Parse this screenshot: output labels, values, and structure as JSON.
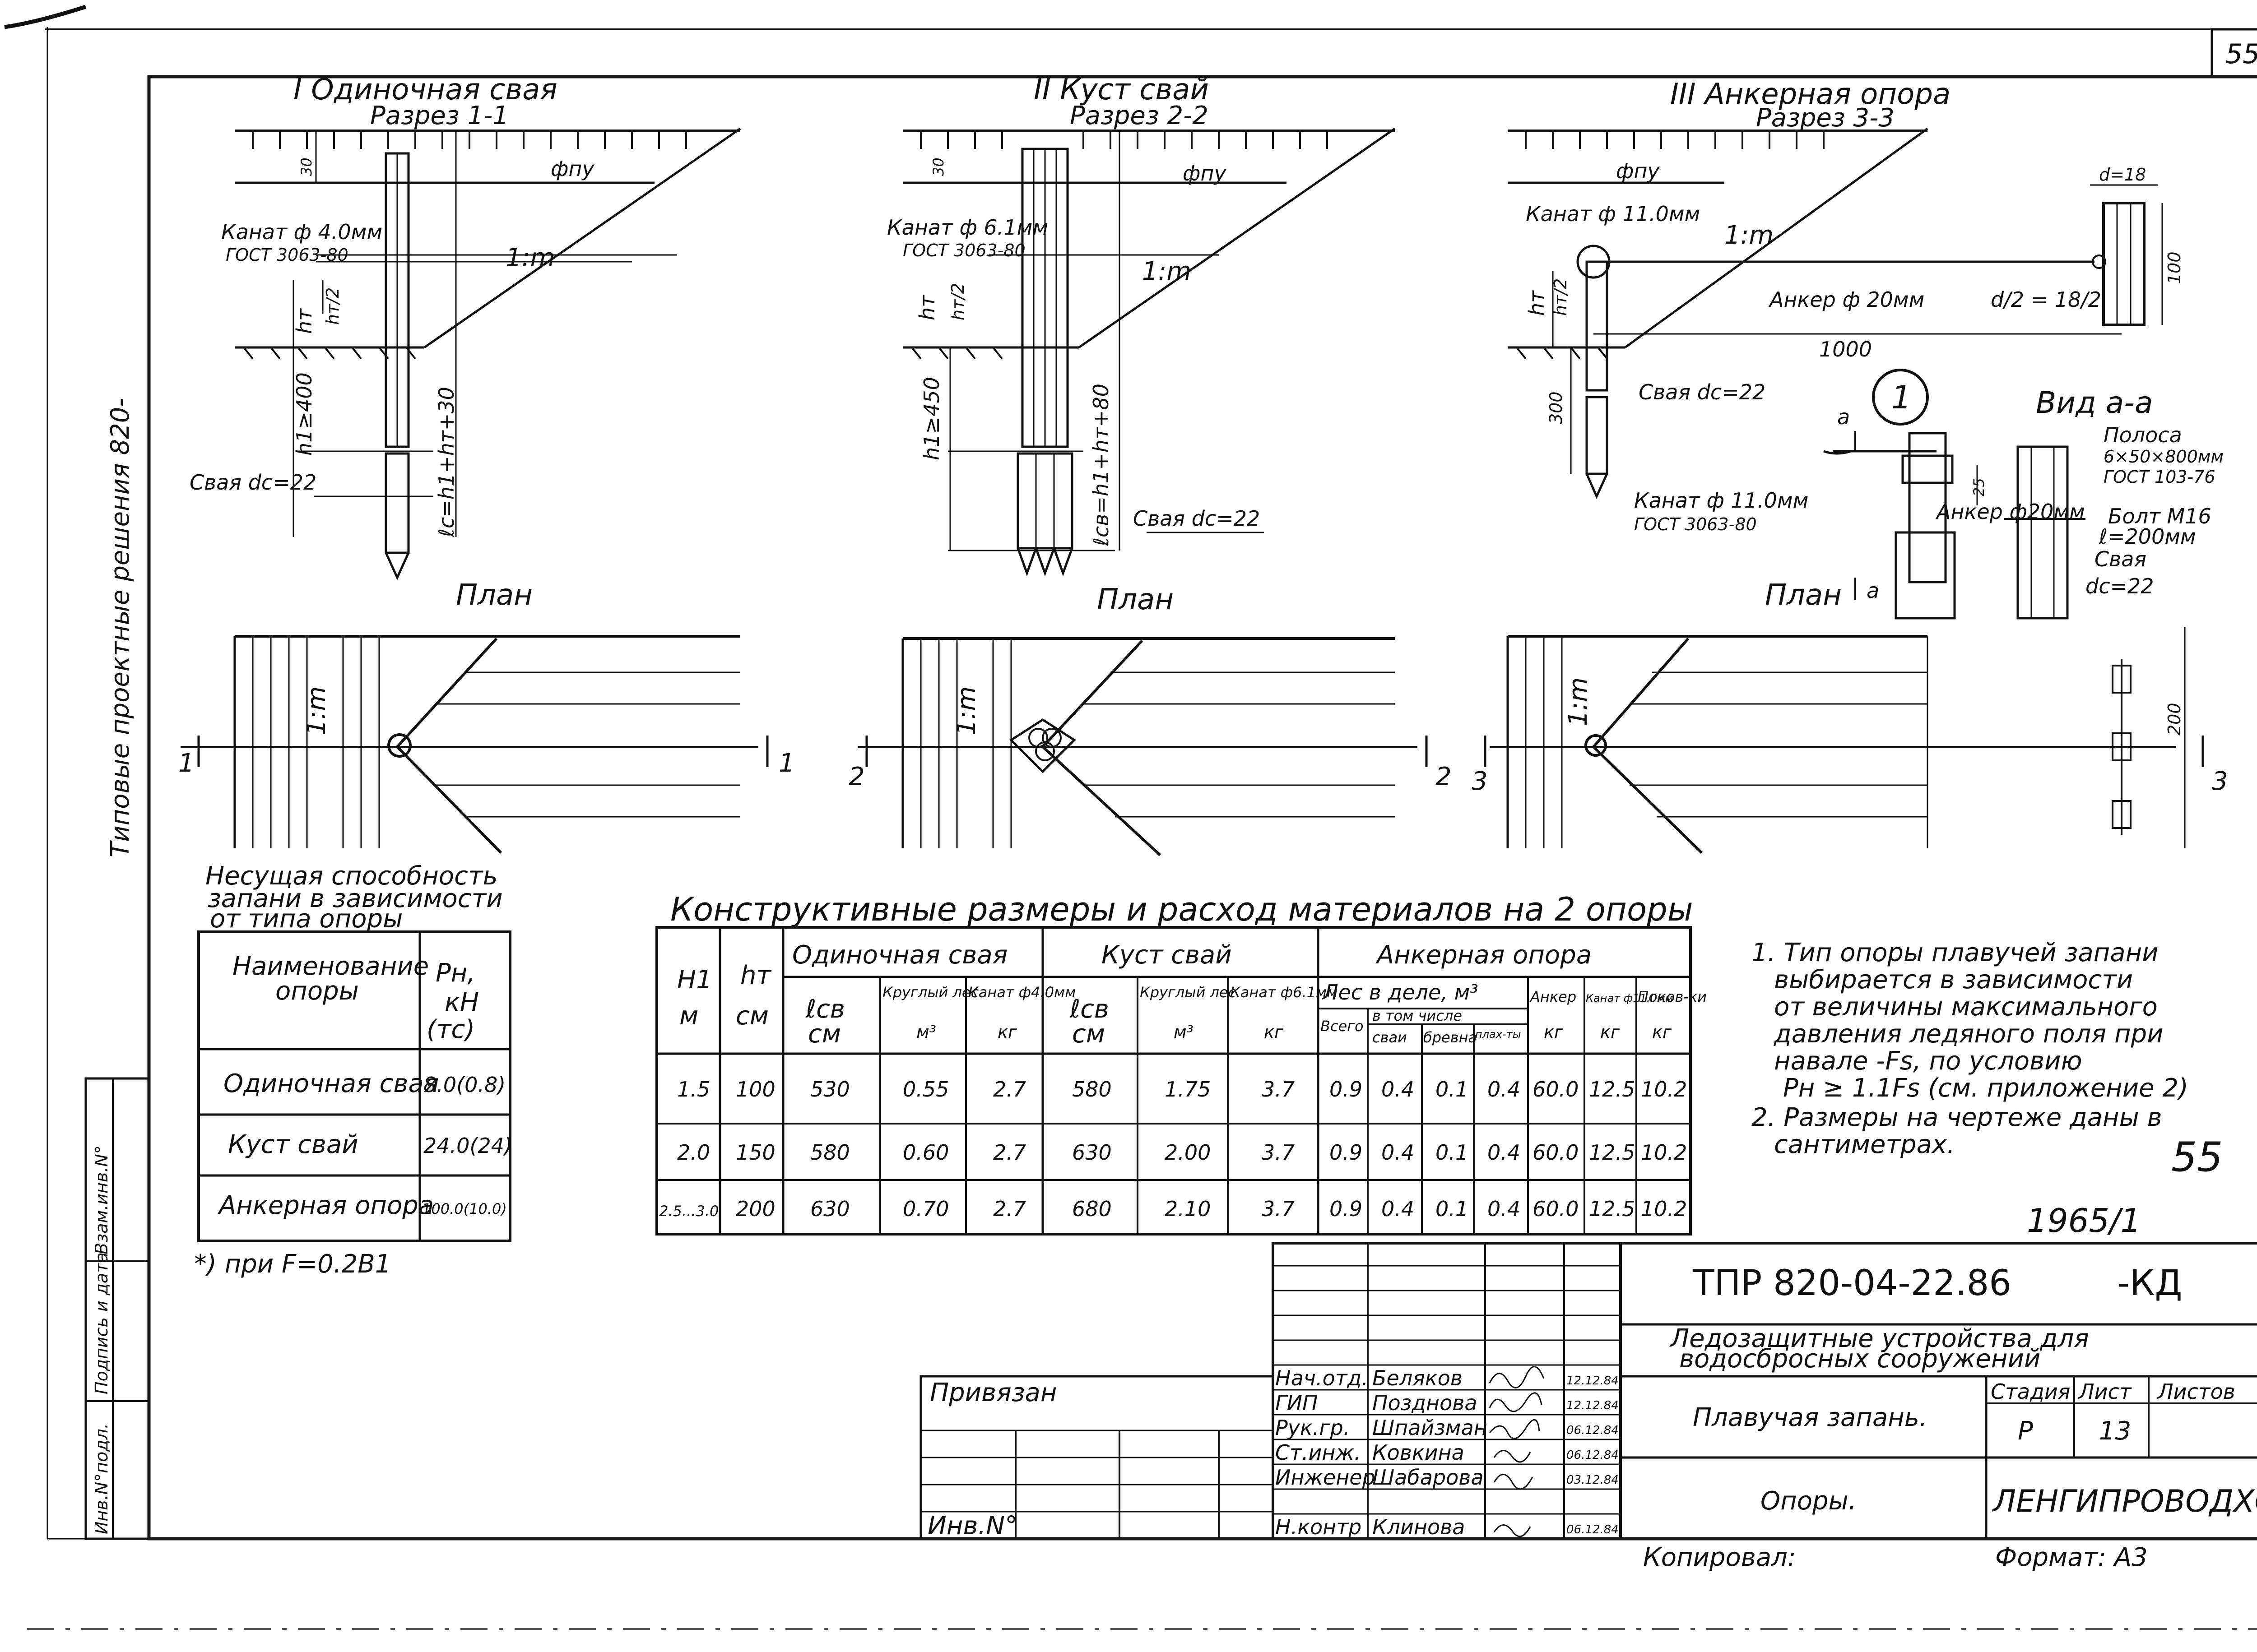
{
  "sheet": {
    "page_number_top": "55",
    "page_number_right": "55",
    "side_caption": "Типовые проектные решения 820-",
    "copy_number": "1965/1"
  },
  "sections": [
    {
      "title": "I Одиночная свая",
      "subtitle": "Разрез 1-1",
      "plan_label": "План",
      "marker": "1"
    },
    {
      "title": "II Куст свай",
      "subtitle": "Разрез 2-2",
      "plan_label": "План",
      "marker": "2"
    },
    {
      "title": "III Анкерная опора",
      "subtitle": "Разрез 3-3",
      "plan_label": "План",
      "marker": "3"
    }
  ],
  "drawing_labels": {
    "s1_rope": "Канат ф 4.0мм",
    "s1_gost": "ГОСТ 3063-80",
    "s1_pile": "Свая dс=22",
    "s1_h1": "h1≥400",
    "s1_lc": "ℓс=h1+hт+30",
    "s2_rope": "Канат ф 6.1мм",
    "s2_gost": "ГОСТ 3063-80",
    "s2_pile": "Свая dс=22",
    "s2_h1": "h1≥450",
    "s2_lc": "ℓсв=h1+hт+80",
    "s3_rope": "Канат ф 11.0мм",
    "s3_anchor": "Анкер ф 20мм",
    "s3_pile": "Свая dс=22",
    "s3_len": "1000",
    "s3_d": "d=18",
    "s3_ratio": "d/2 = 18/2",
    "s3_100": "100",
    "s3_300": "300",
    "fpu": "фпу",
    "slope": "1:m",
    "dim_30": "30",
    "ht": "hт",
    "ht2": "hт/2",
    "detail_num": "1",
    "detail_rope": "Канат ф 11.0мм",
    "detail_gost": "ГОСТ 3063-80",
    "detail_anchor": "Анкер ф20мм",
    "detail_a": "а",
    "detail_25": "25",
    "view_title": "Вид а-а",
    "view_strip": "Полоса",
    "view_strip_size": "6×50×800мм",
    "view_strip_gost": "ГОСТ 103-76",
    "view_bolt": "Болт М16",
    "view_bolt_len": "ℓ=200мм",
    "view_pile": "Свая",
    "view_pile_d": "dс=22",
    "plan_200": "200"
  },
  "capacity_table": {
    "caption": "Несущая способность запани в зависимости от типа опоры",
    "head_name": "Наименование опоры",
    "head_p": "Pн, кН (тс)",
    "rows": [
      {
        "name": "Одиночная свая",
        "p": "8.0(0.8)"
      },
      {
        "name": "Куст свай",
        "p": "24.0(24)"
      },
      {
        "name": "Анкерная опора",
        "p": "100.0(10.0)"
      }
    ],
    "footnote": "*) при F=0.2B1"
  },
  "materials_table": {
    "caption": "Конструктивные размеры и расход материалов на 2 опоры",
    "h_h1": "H1",
    "h_h1_unit": "м",
    "h_ht": "hт",
    "h_ht_unit": "см",
    "g_single": "Одиночная свая",
    "g_cluster": "Куст свай",
    "g_anchor": "Анкерная опора",
    "c_lsv": "ℓсв",
    "c_lsv_unit": "см",
    "c_wood": "Круглый лес",
    "c_wood_unit": "м³",
    "c_rope40": "Канат ф4.0мм",
    "c_rope61": "Канат ф6.1мм",
    "c_kg": "кг",
    "c_forest": "Лес в деле, м³",
    "c_total": "Всего",
    "c_incl": "в том числе",
    "c_piles": "сваи",
    "c_logs": "бревна",
    "c_planks": "плах-ты",
    "c_anchor": "Анкер",
    "c_rope110": "Канат ф11.0мм",
    "c_forg": "Поков-ки",
    "rows": [
      [
        "1.5",
        "100",
        "530",
        "0.55",
        "2.7",
        "580",
        "1.75",
        "3.7",
        "0.9",
        "0.4",
        "0.1",
        "0.4",
        "60.0",
        "12.5",
        "10.2"
      ],
      [
        "2.0",
        "150",
        "580",
        "0.60",
        "2.7",
        "630",
        "2.00",
        "3.7",
        "0.9",
        "0.4",
        "0.1",
        "0.4",
        "60.0",
        "12.5",
        "10.2"
      ],
      [
        "2.5...3.0",
        "200",
        "630",
        "0.70",
        "2.7",
        "680",
        "2.10",
        "3.7",
        "0.9",
        "0.4",
        "0.1",
        "0.4",
        "60.0",
        "12.5",
        "10.2"
      ]
    ]
  },
  "notes": [
    "1. Тип опоры плавучей запани",
    "выбирается в зависимости",
    "от величины максимального",
    "давления ледяного поля при",
    "навале -Fs, по условию",
    "Pн ≥ 1.1Fs (см. приложение 2)",
    "2. Размеры на чертеже даны в",
    "сантиметрах."
  ],
  "stamp": {
    "code": "ТПР 820-04-22.86",
    "suffix": "-КД",
    "project": "Ледозащитные устройства для водосбросных сооружений",
    "object": "Плавучая запань.",
    "sheet_name": "Опоры.",
    "stage_h": "Стадия",
    "sheet_h": "Лист",
    "sheets_h": "Листов",
    "stage": "Р",
    "sheet": "13",
    "org": "ЛЕНГИПРОВОДХОЗ",
    "copied": "Копировал:",
    "format": "Формат: А3",
    "bound": "Привязан",
    "inv": "Инв.N°",
    "people": [
      {
        "role": "Нач.отд.",
        "name": "Беляков",
        "date": "12.12.84"
      },
      {
        "role": "ГИП",
        "name": "Позднова",
        "date": "12.12.84"
      },
      {
        "role": "Рук.гр.",
        "name": "Шпайзман",
        "date": "06.12.84"
      },
      {
        "role": "Ст.инж.",
        "name": "Ковкина",
        "date": "06.12.84"
      },
      {
        "role": "Инженер",
        "name": "Шабарова",
        "date": "03.12.84"
      },
      {
        "role": "Н.контр",
        "name": "Клинова",
        "date": "06.12.84"
      }
    ],
    "side_cells": [
      "Взам.инв.N°",
      "Подпись и дата",
      "Инв.N°подл."
    ]
  }
}
